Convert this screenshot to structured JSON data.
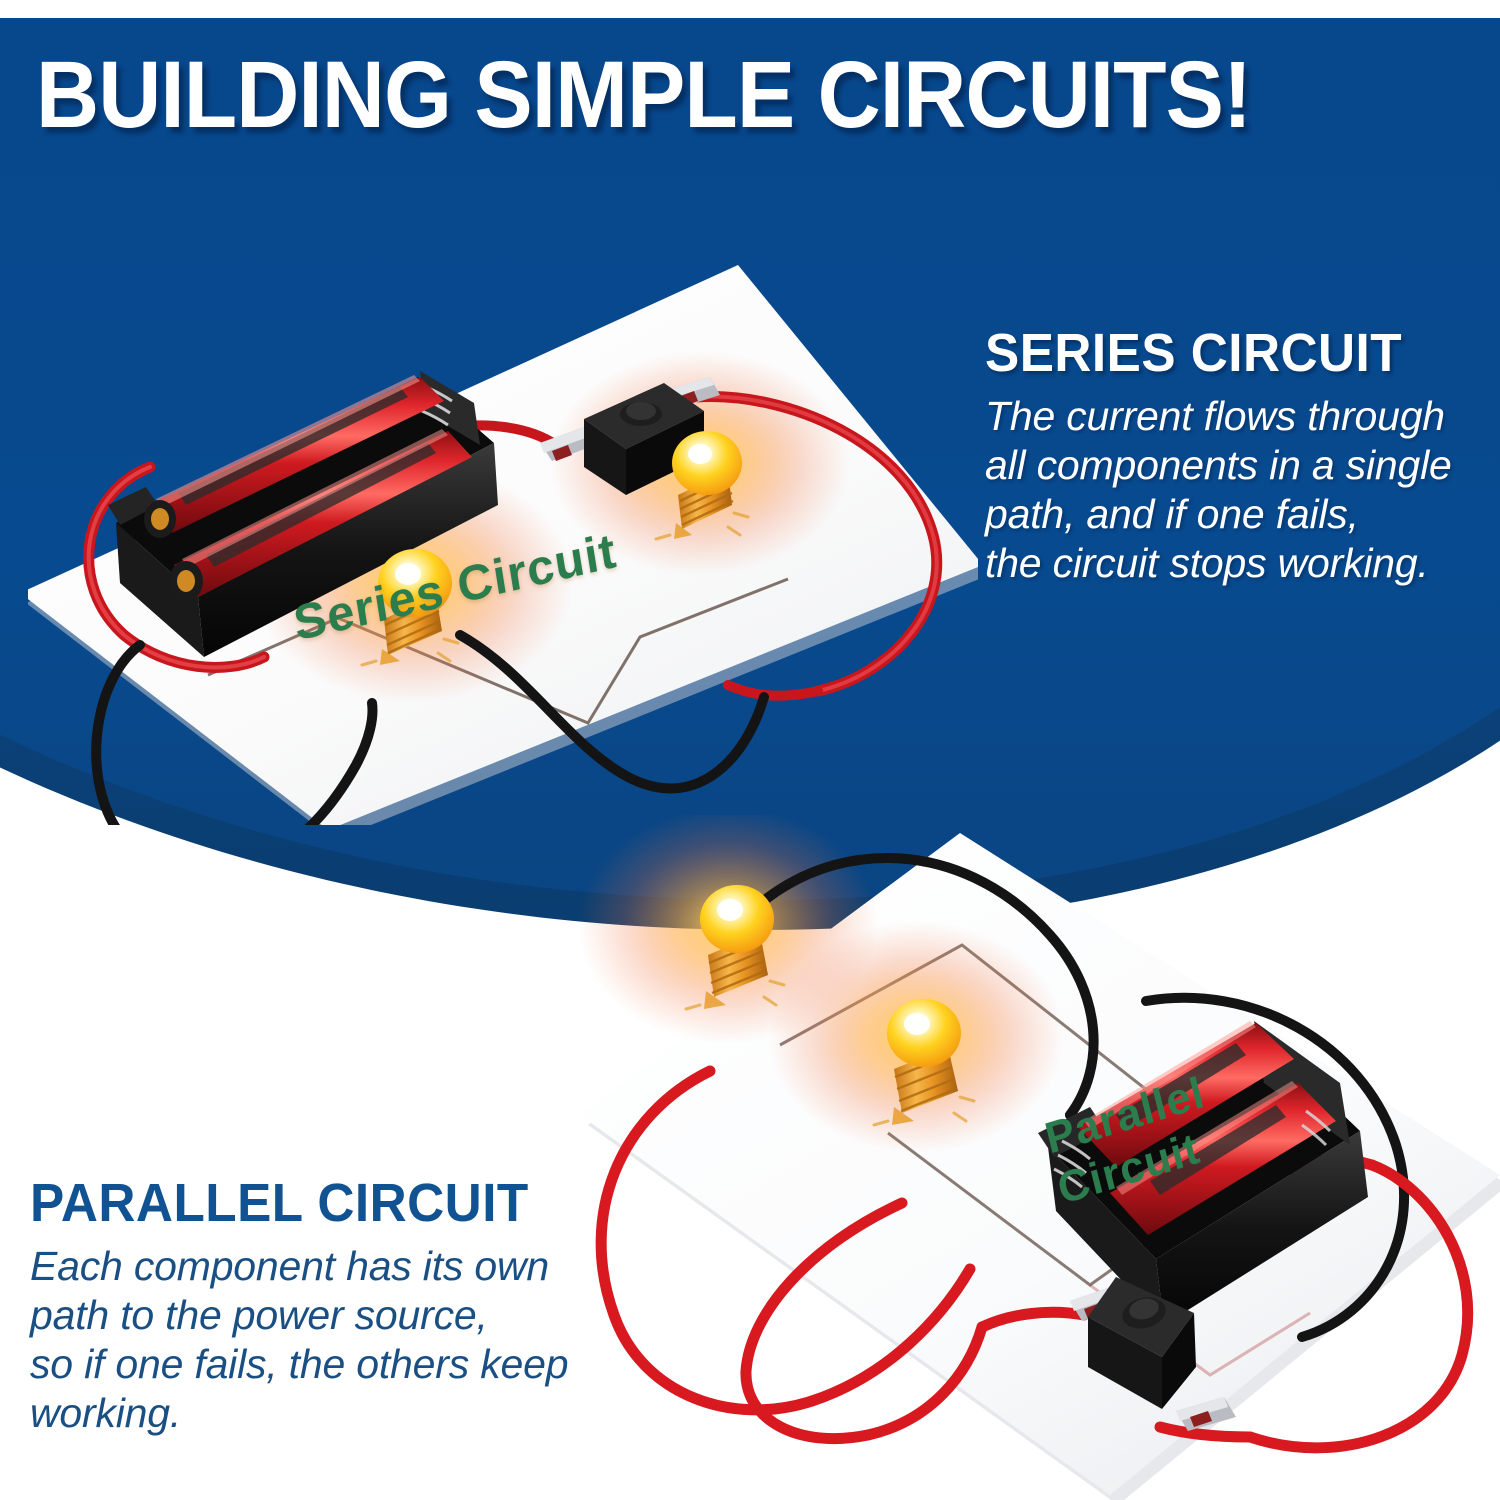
{
  "page": {
    "title": "BUILDING SIMPLE CIRCUITS!",
    "background_blue": "#08488C",
    "background_blue_dark": "#0b3f79",
    "background_white": "#FFFFFF",
    "label_green": "#2B7D4D",
    "heading_blue": "#115293",
    "body_blue": "#1A4F84"
  },
  "series": {
    "heading": "SERIES CIRCUIT",
    "body_lines": [
      "The current flows through",
      "all components in a single",
      "path, and if one fails,",
      "the circuit stops working."
    ],
    "card_label": "Series Circuit",
    "components": {
      "battery_holder": "battery-holder-2aa",
      "batteries": 2,
      "bulbs": 2,
      "switch": "push-button-switch",
      "wire_colors": [
        "#cf1720",
        "#171717"
      ]
    }
  },
  "parallel": {
    "heading": "PARALLEL CIRCUIT",
    "body_lines": [
      "Each component has its own",
      "path to the power source,",
      "so if one fails, the others keep",
      "working."
    ],
    "card_label_lines": [
      "Parallel",
      "Circuit"
    ],
    "components": {
      "battery_holder": "battery-holder-2aa",
      "batteries": 2,
      "bulbs": 2,
      "switch": "push-button-switch",
      "wire_colors": [
        "#e02128",
        "#171717"
      ]
    }
  }
}
